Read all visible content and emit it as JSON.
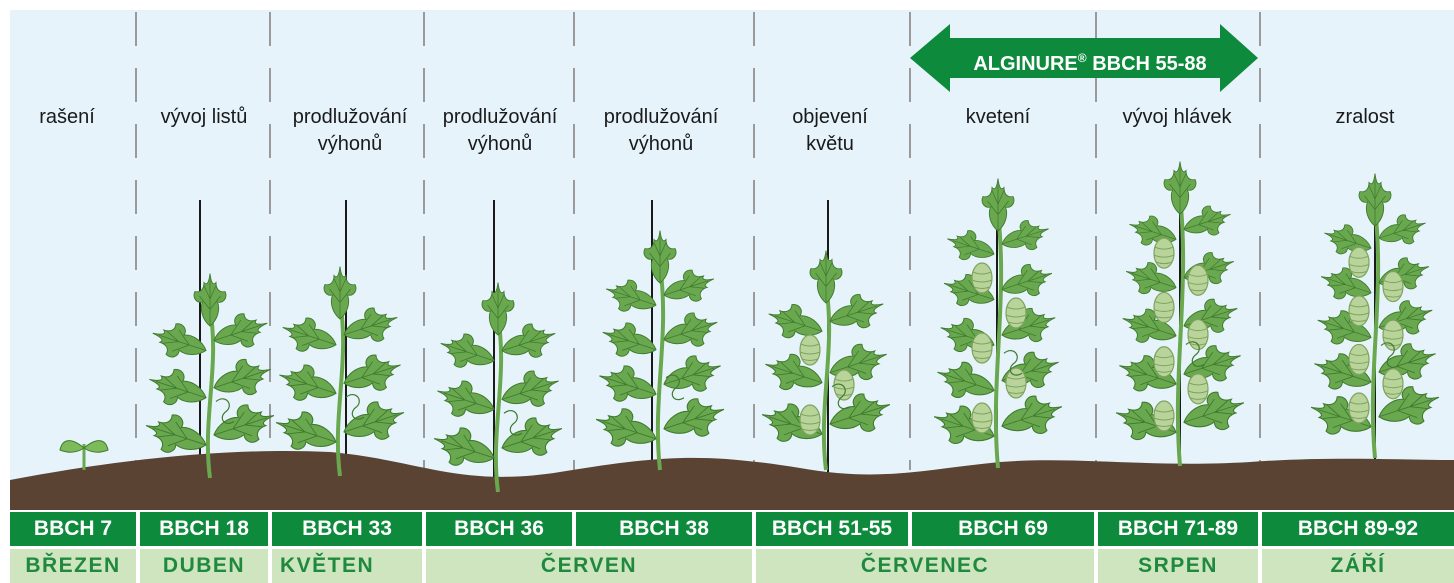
{
  "banner": {
    "brand": "ALGINURE",
    "mark": "®",
    "range": "BBCH 55-88"
  },
  "stages": [
    {
      "label": "rašení",
      "bbch": "BBCH 7"
    },
    {
      "label": "vývoj listů",
      "bbch": "BBCH 18"
    },
    {
      "label": "prodlužování\nvýhonů",
      "bbch": "BBCH 33"
    },
    {
      "label": "prodlužování\nvýhonů",
      "bbch": "BBCH 36"
    },
    {
      "label": "prodlužování\nvýhonů",
      "bbch": "BBCH 38"
    },
    {
      "label": "objevení\nkvětu",
      "bbch": "BBCH 51-55"
    },
    {
      "label": "kvetení",
      "bbch": "BBCH 69"
    },
    {
      "label": "vývoj hlávek",
      "bbch": "BBCH 71-89"
    },
    {
      "label": "zralost",
      "bbch": "BBCH 89-92"
    }
  ],
  "months": [
    "BŘEZEN",
    "DUBEN",
    "KVĚTEN",
    "ČERVEN",
    "ČERVENEC",
    "SRPEN",
    "ZÁŘÍ"
  ],
  "colors": {
    "sky": "#e6f3fb",
    "soil": "#5a4332",
    "leaf": "#6aa84f",
    "leaf_dark": "#3f7a2e",
    "cone": "#b9d49a",
    "bbch_bar": "#0d8a3c",
    "month_bar": "#cfe5c0",
    "month_text": "#1f8a3e",
    "banner": "#0d8a3c"
  }
}
